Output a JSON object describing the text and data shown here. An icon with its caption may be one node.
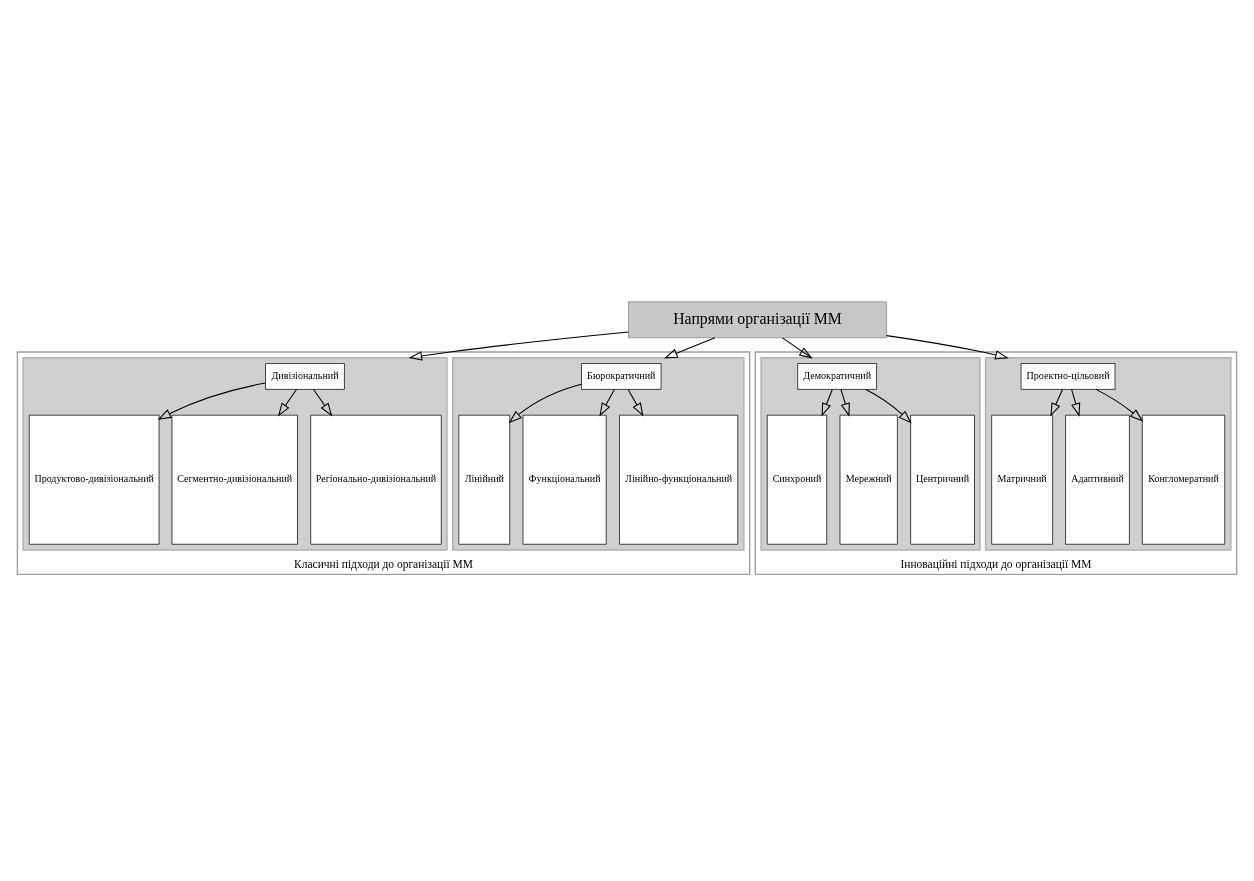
{
  "diagram": {
    "nodes": [
      {
        "text": [
          "Напрями організації ММ"
        ]
      },
      {
        "text": [
          "Класичні підходи до організації ММ"
        ]
      },
      {
        "text": [],
        "shape": "box",
        "in": 1
      },
      {
        "text": [
          "Бюрократичний"
        ],
        "in": 2
      },
      {
        "text": [
          "Лінійний"
        ],
        "in": 2
      },
      {
        "text": [
          "Функціональний"
        ],
        "in": 2
      },
      {
        "text": [
          "Лінійно-функціональний"
        ],
        "in": 2
      },
      {
        "text": [],
        "shape": "box",
        "in": 1
      },
      {
        "text": [
          "Дивізіональний"
        ],
        "in": 7
      },
      {
        "text": [
          "Продуктово-дивізіональний"
        ],
        "in": 7
      },
      {
        "text": [
          "Сегментно-дивізіональний"
        ],
        "in": 7
      },
      {
        "text": [
          "Регіонально-дивізіональний"
        ],
        "in": 7
      },
      {
        "text": [
          "Інноваційні підходи до організації ММ"
        ]
      },
      {
        "text": [],
        "shape": "box",
        "in": 12
      },
      {
        "text": [
          "Проектно-цільовий"
        ],
        "in": 13
      },
      {
        "text": [
          "Матричний"
        ],
        "in": 13
      },
      {
        "text": [
          "Адаптивний"
        ],
        "in": 13
      },
      {
        "text": [
          "Конгломератний"
        ],
        "in": 13
      },
      {
        "text": [],
        "shape": "box",
        "in": 12
      },
      {
        "text": [
          "Демократичний"
        ],
        "in": 18
      },
      {
        "text": [
          "Синхроний"
        ],
        "in": 18
      },
      {
        "text": [
          "Мережний"
        ],
        "in": 18
      },
      {
        "text": [
          "Центричний"
        ],
        "in": 18
      }
    ],
    "edges": [
      {
        "from": 0,
        "to": 2,
        "arrow": "to"
      },
      {
        "from": 0,
        "to": 7,
        "arrow": "to"
      },
      {
        "from": 0,
        "to": 13,
        "arrow": "to"
      },
      {
        "from": 0,
        "to": 18,
        "arrow": "to"
      },
      {
        "from": 3,
        "to": 4,
        "arrow": "to"
      },
      {
        "from": 3,
        "to": 5,
        "arrow": "to"
      },
      {
        "from": 3,
        "to": 6,
        "arrow": "to"
      },
      {
        "from": 8,
        "to": 9,
        "arrow": "to"
      },
      {
        "from": 8,
        "to": 10,
        "arrow": "to"
      },
      {
        "from": 8,
        "to": 11,
        "arrow": "to"
      },
      {
        "from": 14,
        "to": 15,
        "arrow": "to"
      },
      {
        "from": 14,
        "to": 16,
        "arrow": "to"
      },
      {
        "from": 14,
        "to": 17,
        "arrow": "to"
      },
      {
        "from": 19,
        "to": 20,
        "arrow": "to"
      },
      {
        "from": 19,
        "to": 21,
        "arrow": "to"
      },
      {
        "from": 19,
        "to": 22,
        "arrow": "to"
      }
    ]
  }
}
